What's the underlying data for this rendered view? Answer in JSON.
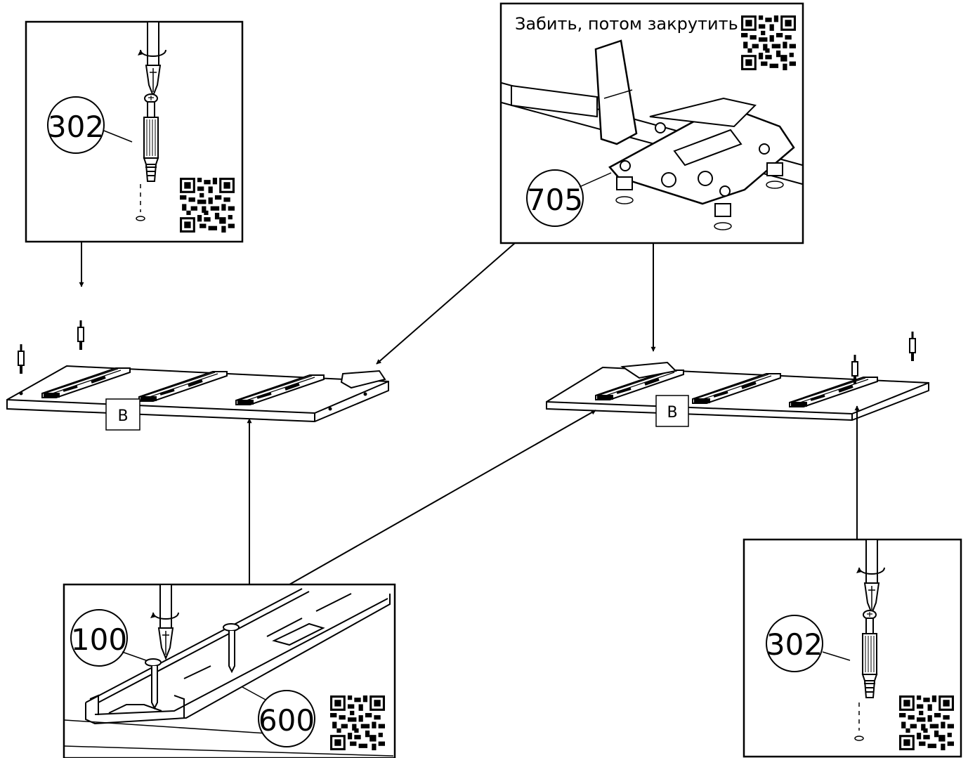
{
  "instruction_note": "Забить, потом закрутить",
  "panel_label": "B",
  "parts": {
    "dowel": "302",
    "hinge_plate": "705",
    "screw": "100",
    "rail": "600"
  },
  "colors": {
    "ink": "#000000",
    "paper": "#ffffff",
    "shade": "#d9d9d9"
  },
  "icons": [
    "screwdriver-icon",
    "rotate-arrow-icon",
    "qr-code-icon",
    "hammer-icon"
  ]
}
